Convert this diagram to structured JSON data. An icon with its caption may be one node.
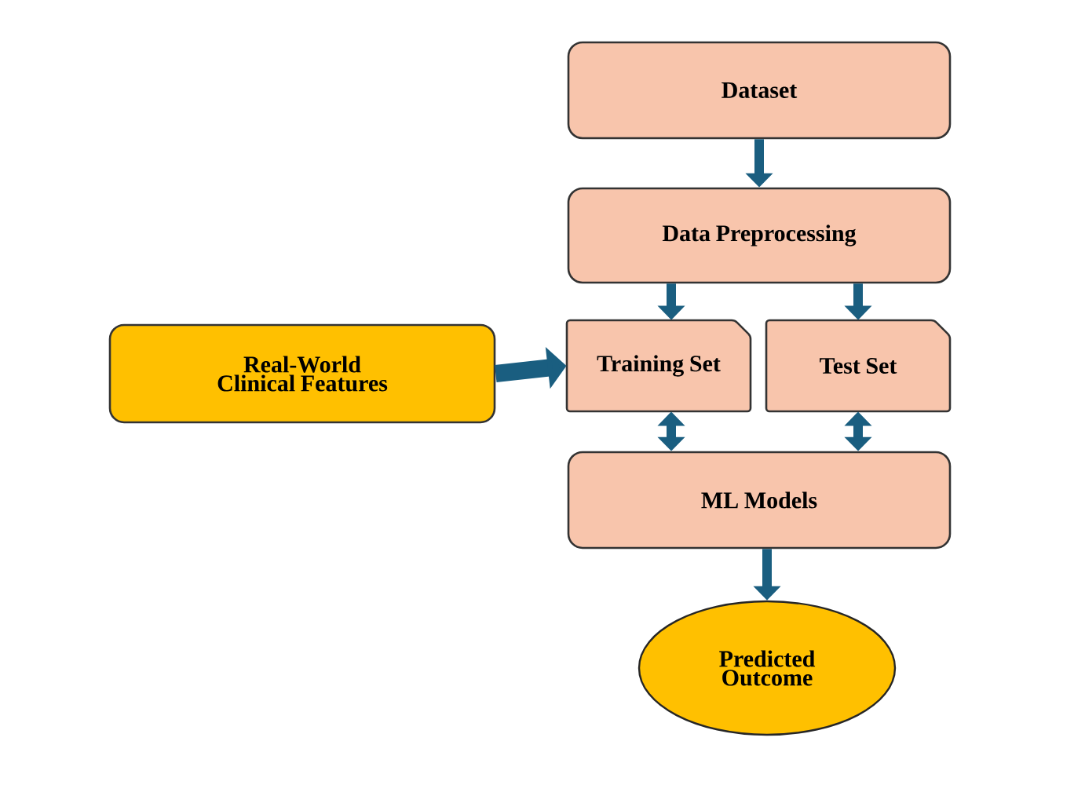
{
  "diagram": {
    "nodes": [
      {
        "text": [
          "Dataset"
        ]
      },
      {
        "text": [
          "Data Preprocessing"
        ]
      },
      {
        "text": [
          "Real-World Clinical Features"
        ]
      },
      {
        "text": [
          "Training Set"
        ]
      },
      {
        "text": [
          "Test Set"
        ]
      },
      {
        "text": [
          "ML Models"
        ]
      },
      {
        "text": [
          "Predicted Outcome"
        ]
      }
    ],
    "edges": [
      {
        "from": 0,
        "to": 1,
        "arrow": "to"
      },
      {
        "from": 1,
        "to": 3,
        "arrow": "to"
      },
      {
        "from": 1,
        "to": 4,
        "arrow": "to"
      },
      {
        "from": 2,
        "to": 3,
        "arrow": "to",
        "style": "thick"
      },
      {
        "from": 3,
        "to": 5,
        "arrow": "both"
      },
      {
        "from": 4,
        "to": 5,
        "arrow": "both"
      },
      {
        "from": 5,
        "to": 6,
        "arrow": "to"
      }
    ]
  }
}
